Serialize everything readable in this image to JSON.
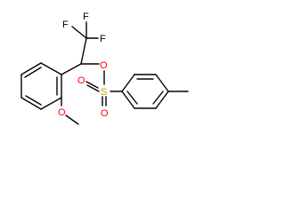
{
  "molecule": {
    "atoms": {
      "f1": "F",
      "f2": "F",
      "f3": "F",
      "o_ester": "O",
      "s": "S",
      "o_s_up": "O",
      "o_s_down": "O",
      "o_methoxy": "O"
    },
    "colors": {
      "bond": "#000000",
      "oxygen": "#ff0000",
      "sulfur": "#b8a000",
      "fluorine": "#000000"
    }
  }
}
